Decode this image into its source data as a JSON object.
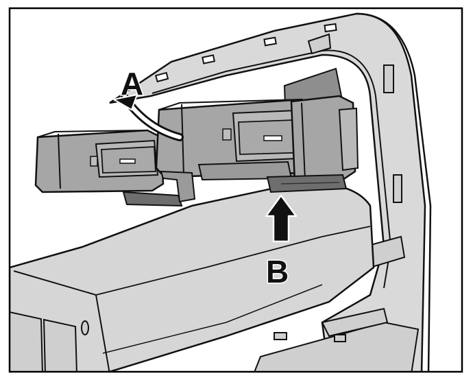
{
  "figure": {
    "callouts": [
      {
        "id": "A",
        "text": "A"
      },
      {
        "id": "B",
        "text": "B"
      }
    ],
    "colors": {
      "frame": "#000000",
      "panel_light": "#d9d9d9",
      "panel_mid": "#cfcfcf",
      "panel_dark": "#9a9a9a",
      "connector": "#a6a6a6",
      "connector_face": "#b9b9b9",
      "shadow": "#6e6e6e",
      "line": "#111111"
    }
  }
}
